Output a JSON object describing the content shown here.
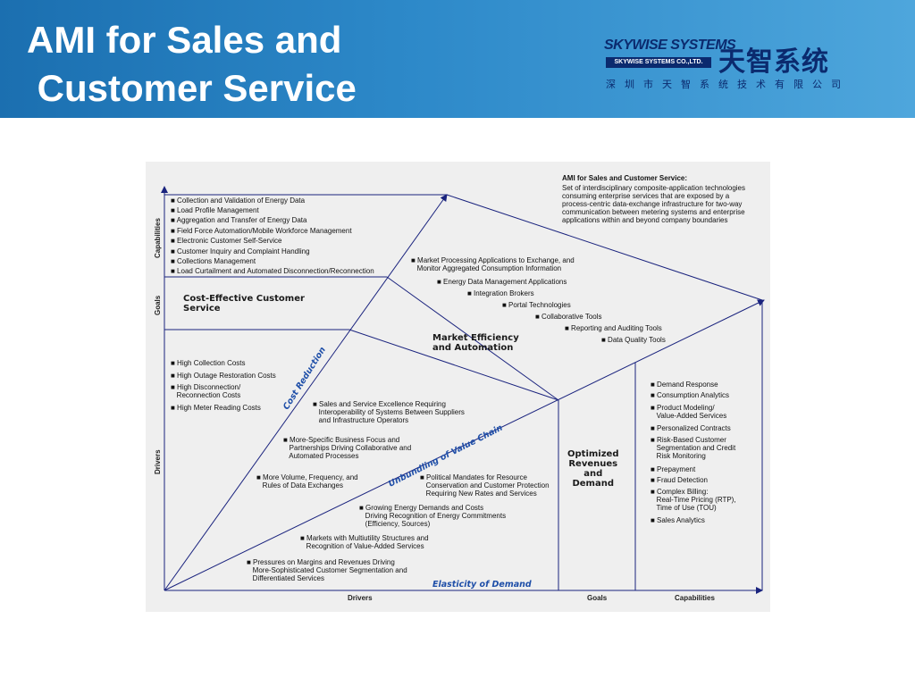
{
  "slide": {
    "title": "AMI for Sales and\n Customer Service",
    "logo": {
      "brand": "SKYWISE SYSTEMS",
      "brand_sub": "SKYWISE SYSTEMS CO.,LTD.",
      "cn_name": "天智系统",
      "cn_sub": "深圳市天智系统技术有限公司"
    }
  },
  "diagram": {
    "colors": {
      "line": "#1a237e",
      "background": "#efefef",
      "accent_text": "#1f4fa8"
    },
    "definition": {
      "title": "AMI for Sales and Customer Service:",
      "body": "Set of interdisciplinary composite-application technologies\nconsuming enterprise services that are exposed by a\nprocess-centric data-exchange infrastructure for two-way\ncommunication between metering systems and enterprise\napplications within and beyond company boundaries"
    },
    "left_axis_labels": [
      "Capabilities",
      "Goals",
      "Drivers"
    ],
    "bottom_axis_labels": [
      "Drivers",
      "Goals",
      "Capabilities"
    ],
    "capabilities_list": [
      "■ Collection and Validation of Energy Data",
      "■ Load Profile Management",
      "■ Aggregation and Transfer of Energy Data",
      "■ Field Force Automation/Mobile Workforce Management",
      "■ Electronic Customer Self-Service",
      "■ Customer Inquiry and Complaint Handling",
      "■ Collections Management",
      "■ Load Curtailment and Automated Disconnection/Reconnection"
    ],
    "goal_cost": "Cost-Effective Customer\nService",
    "goal_market": "Market Efficiency\nand Automation",
    "goal_optimized": "Optimized\nRevenues\nand\nDemand",
    "drivers_cost_list": [
      "■ High Collection Costs",
      "■ High Outage Restoration Costs",
      "■ High Disconnection/\n   Reconnection Costs",
      "■ High Meter Reading Costs"
    ],
    "market_items": [
      "■ Market Processing Applications to Exchange, and\n   Monitor Aggregated Consumption Information",
      "■ Energy Data Management Applications",
      "■ Integration Brokers",
      "■ Portal Technologies",
      "■ Collaborative Tools",
      "■ Reporting and Auditing Tools",
      "■ Data Quality Tools"
    ],
    "right_caps_list": [
      "■ Demand Response",
      "■ Consumption Analytics",
      "■ Product Modeling/\n   Value-Added Services",
      "■ Personalized Contracts",
      "■ Risk-Based Customer\n   Segmentation and Credit\n   Risk Monitoring",
      "■ Prepayment",
      "■ Fraud Detection",
      "■ Complex Billing:\n   Real-Time Pricing (RTP),\n   Time of Use (TOU)",
      "■ Sales Analytics"
    ],
    "driver_items": {
      "d1": "■ Sales and Service Excellence Requiring\n   Interoperability of Systems Between Suppliers\n   and Infrastructure Operators",
      "d2": "■ More-Specific Business Focus and\n   Partnerships Driving Collaborative and\n   Automated Processes",
      "d3": "■ More Volume, Frequency, and\n   Rules of Data Exchanges",
      "d4": "■ Political Mandates for Resource\n   Conservation and Customer Protection\n   Requiring New Rates and Services",
      "d5": "■ Growing Energy Demands and Costs\n   Driving Recognition of Energy Commitments\n   (Efficiency, Sources)",
      "d6": "■ Markets with Multiutility Structures and\n   Recognition of Value-Added Services",
      "d7": "■ Pressures on Margins and Revenues Driving\n   More-Sophisticated Customer Segmentation and\n   Differentiated Services"
    },
    "axis_cost_reduction": "Cost Reduction",
    "axis_unbundling": "Unbundling of Value Chain",
    "axis_elasticity": "Elasticity of Demand"
  }
}
